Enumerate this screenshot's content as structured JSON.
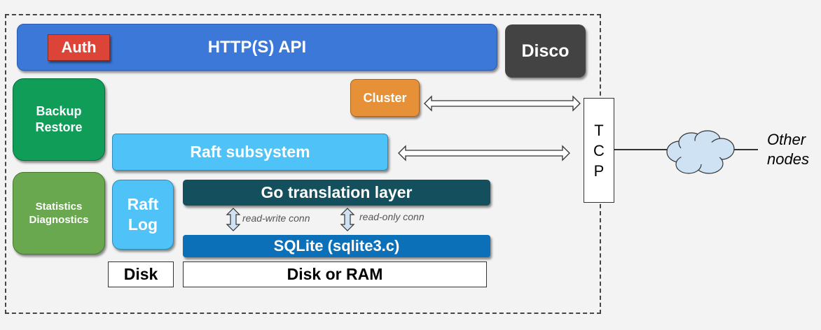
{
  "api": {
    "label": "HTTP(S) API"
  },
  "auth": {
    "label": "Auth"
  },
  "disco": {
    "label": "Disco"
  },
  "backup": {
    "line1": "Backup",
    "line2": "Restore"
  },
  "stats": {
    "line1": "Statistics",
    "line2": "Diagnostics"
  },
  "cluster": {
    "label": "Cluster"
  },
  "raft_subsystem": {
    "label": "Raft subsystem"
  },
  "raft_log": {
    "line1": "Raft",
    "line2": "Log"
  },
  "go_layer": {
    "label": "Go translation layer"
  },
  "connections": {
    "read_write": "read-write conn",
    "read_only": "read-only conn"
  },
  "sqlite": {
    "label": "SQLite (sqlite3.c)"
  },
  "disk": {
    "label": "Disk"
  },
  "disk_or_ram": {
    "label": "Disk or RAM"
  },
  "tcp": {
    "letters": [
      "T",
      "C",
      "P"
    ]
  },
  "other_nodes": {
    "line1": "Other",
    "line2": "nodes"
  },
  "colors": {
    "api": "#3c78d8",
    "auth": "#db4437",
    "disco": "#434343",
    "backup": "#0f9d58",
    "stats": "#6aa84f",
    "cluster": "#e69138",
    "raft": "#4fc3f7",
    "go_layer": "#134f5c",
    "sqlite": "#0b70b8",
    "cloud": "#cfe2f3"
  },
  "icons": {
    "network": "cloud-icon"
  }
}
